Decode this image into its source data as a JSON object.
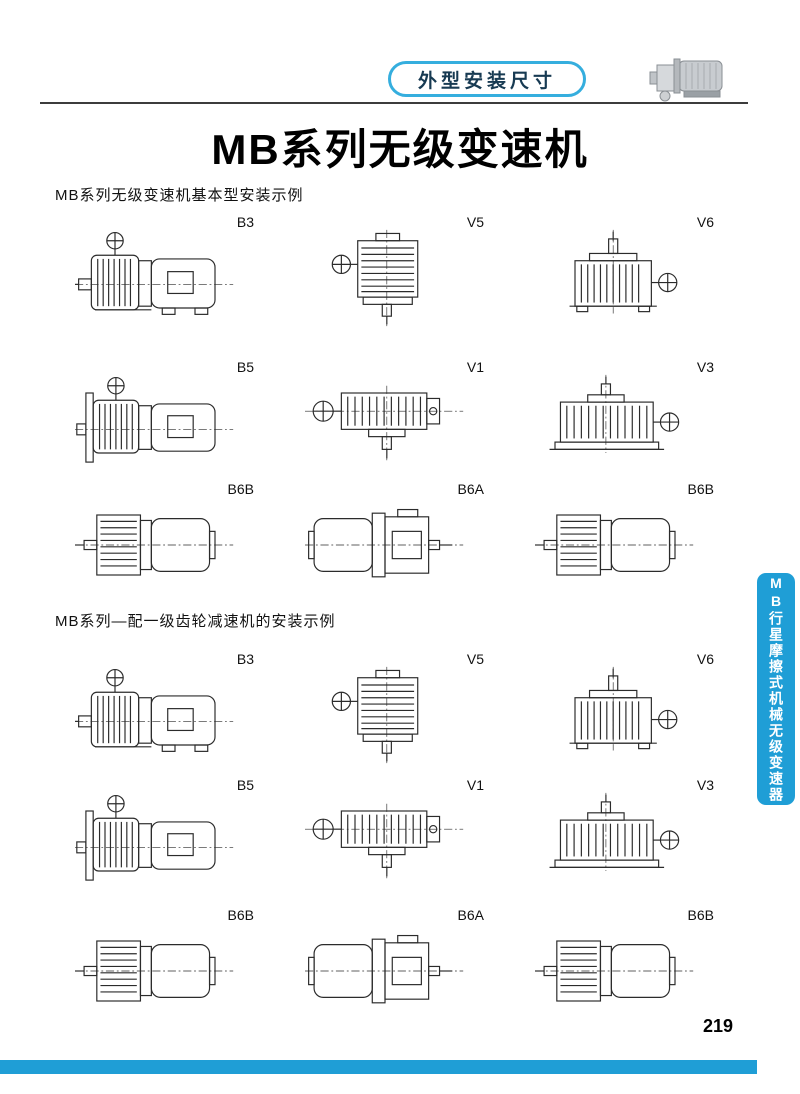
{
  "page": {
    "header_badge": "外型安装尺寸",
    "title": "MB系列无级变速机",
    "page_number": "219"
  },
  "sections": [
    {
      "label": "MB系列无级变速机基本型安装示例",
      "rows": [
        [
          "B3",
          "V5",
          "V6"
        ],
        [
          "B5",
          "V1",
          "V3"
        ],
        [
          "B6B",
          "B6A",
          "B6B"
        ]
      ]
    },
    {
      "label": "MB系列—配一级齿轮减速机的安装示例",
      "rows": [
        [
          "B3",
          "V5",
          "V6"
        ],
        [
          "B5",
          "V1",
          "V3"
        ],
        [
          "B6B",
          "B6A",
          "B6B"
        ]
      ]
    }
  ],
  "side_tab": {
    "label": "MB行星摩擦式机械无级变速器"
  },
  "icons": {
    "header_icon": "gearbox-motor-illustration",
    "drawings": [
      "b3",
      "v5",
      "v6",
      "b5",
      "v1",
      "v3",
      "b6b",
      "b6a"
    ]
  },
  "colors": {
    "accent_blue": "#1f9ed6",
    "badge_border": "#35aede"
  }
}
